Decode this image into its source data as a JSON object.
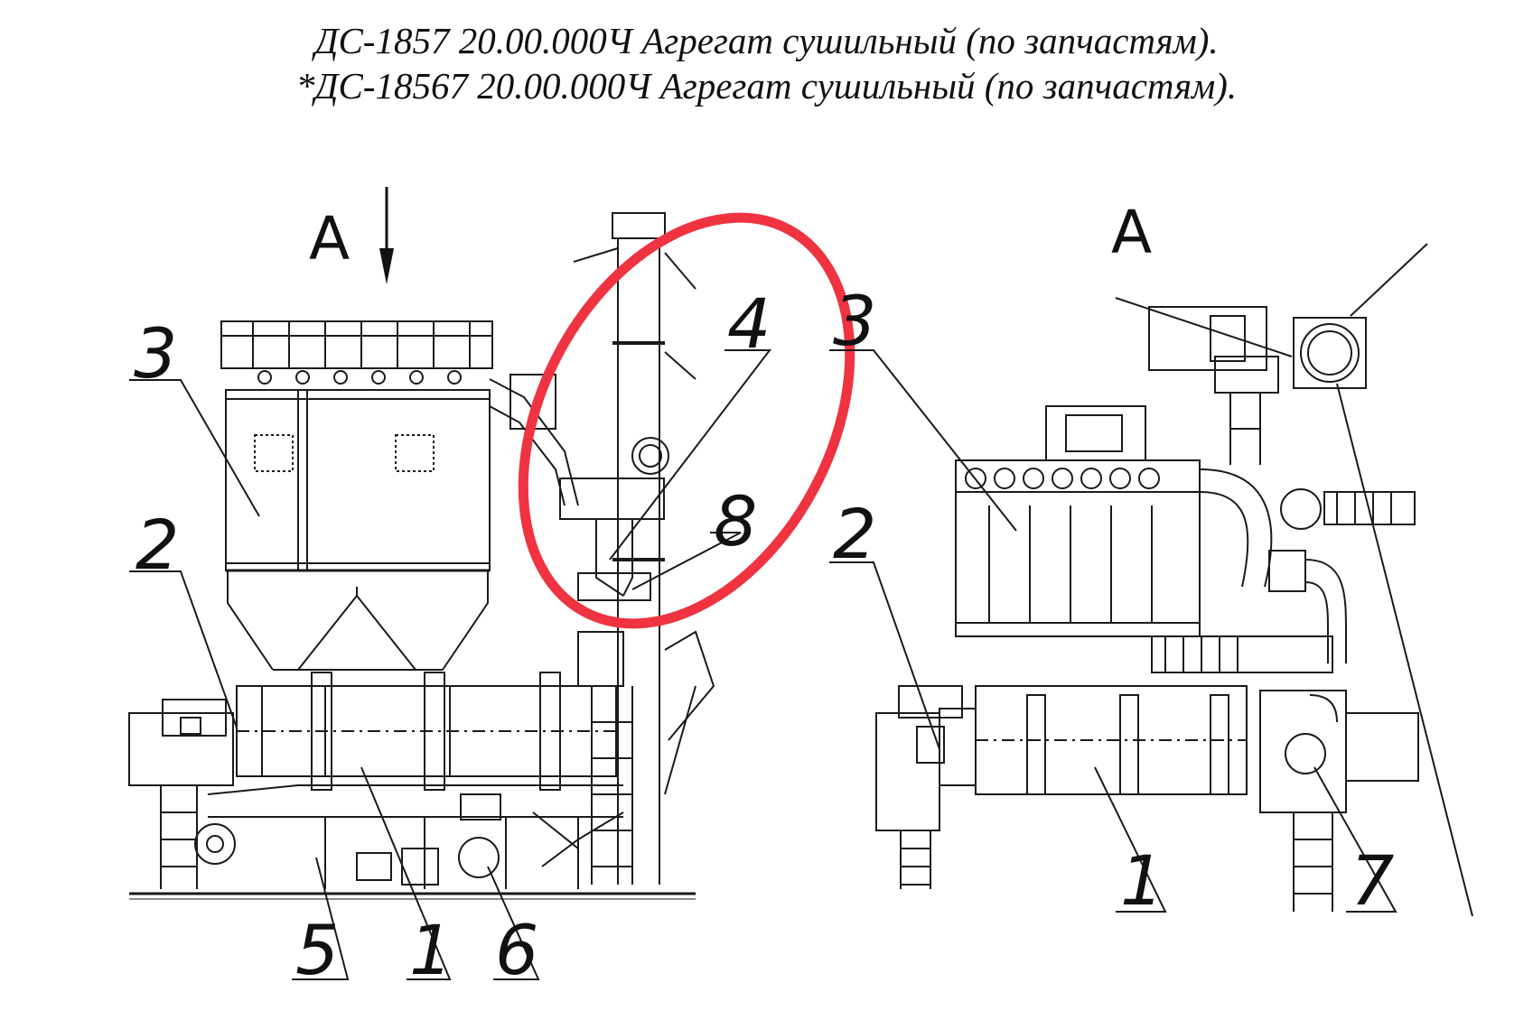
{
  "title": {
    "line1": "ДС-1857 20.00.000Ч Агрегат сушильный (по запчастям).",
    "line2": "*ДС-18567 20.00.000Ч Агрегат сушильный (по запчастям)."
  },
  "views": {
    "left": {
      "view_label": "А",
      "callouts": {
        "c3": "3",
        "c2": "2",
        "c4": "4",
        "c8": "8",
        "c5": "5",
        "c1": "1",
        "c6": "6"
      }
    },
    "right": {
      "view_label": "А",
      "callouts": {
        "c3": "3",
        "c2": "2",
        "c1": "1",
        "c7": "7"
      }
    }
  },
  "highlight": {
    "color": "#ef3340"
  }
}
